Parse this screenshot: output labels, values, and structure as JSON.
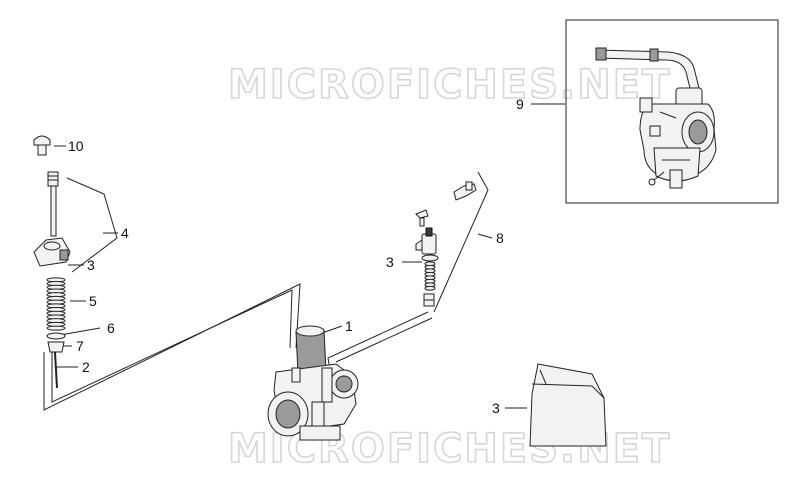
{
  "watermark": {
    "top": "MICROFICHES.NET",
    "bottom": "MICROFICHES.NET"
  },
  "callouts": [
    {
      "id": "10",
      "text": "10"
    },
    {
      "id": "4",
      "text": "4"
    },
    {
      "id": "3a",
      "text": "3"
    },
    {
      "id": "5",
      "text": "5"
    },
    {
      "id": "6",
      "text": "6"
    },
    {
      "id": "7",
      "text": "7"
    },
    {
      "id": "2",
      "text": "2"
    },
    {
      "id": "1",
      "text": "1"
    },
    {
      "id": "3b",
      "text": "3"
    },
    {
      "id": "8",
      "text": "8"
    },
    {
      "id": "9",
      "text": "9"
    },
    {
      "id": "3c",
      "text": "3"
    }
  ],
  "colors": {
    "line": "#222222",
    "watermark": "#d6d6d6",
    "background": "#ffffff"
  }
}
